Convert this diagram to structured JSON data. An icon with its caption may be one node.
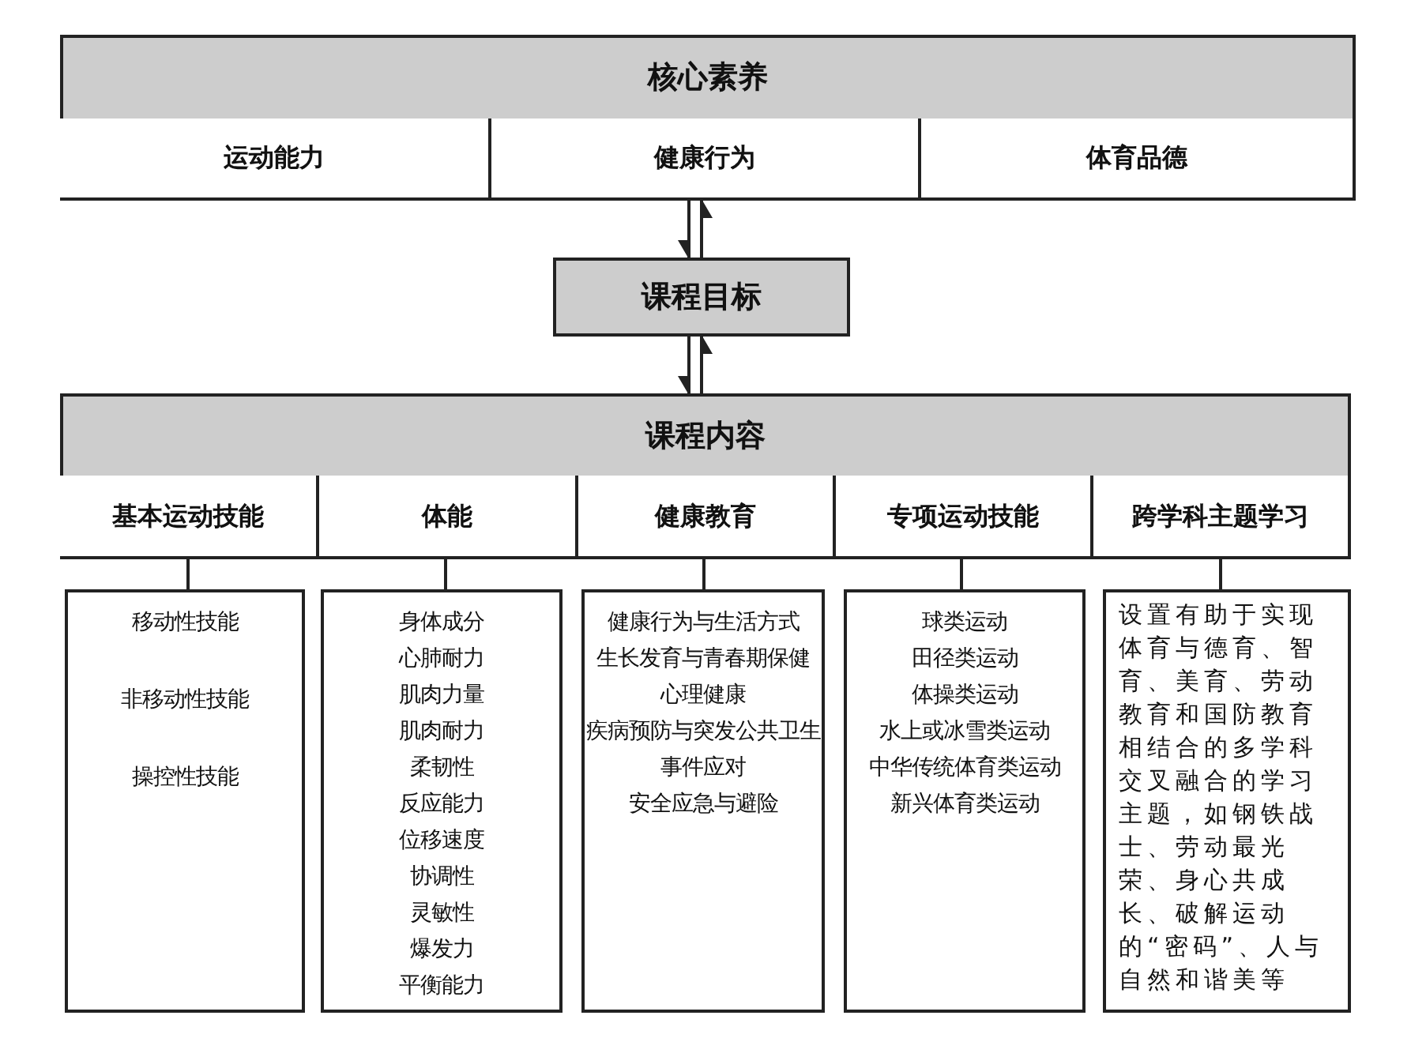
{
  "diagram": {
    "nodes": [
      {
        "text": [
          "核心素养"
        ]
      },
      {
        "text": [
          "运动能力"
        ],
        "in": 0
      },
      {
        "text": [
          "健康行为"
        ],
        "in": 0
      },
      {
        "text": [
          "体育品德"
        ],
        "in": 0
      },
      {
        "text": [
          "课程目标"
        ]
      },
      {
        "text": [
          "课程内容"
        ]
      },
      {
        "text": [
          "基本运动技能"
        ],
        "in": 5
      },
      {
        "text": [
          "体能"
        ],
        "in": 5
      },
      {
        "text": [
          "健康教育"
        ],
        "in": 5
      },
      {
        "text": [
          "专项运动技能"
        ],
        "in": 5
      },
      {
        "text": [
          "跨学科主题学习"
        ],
        "in": 5
      },
      {
        "text": [
          "移动性技能",
          "非移动性技能",
          "操控性技能"
        ]
      },
      {
        "text": [
          "身体成分",
          "心肺耐力",
          "肌肉力量",
          "肌肉耐力",
          "柔韧性",
          "反应能力",
          "位移速度",
          "协调性",
          "灵敏性",
          "爆发力",
          "平衡能力"
        ]
      },
      {
        "text": [
          "健康行为与生活方式",
          "生长发育与青春期保健",
          "心理健康",
          "疾病预防与突发公共卫生事件应对",
          "安全应急与避险"
        ]
      },
      {
        "text": [
          "球类运动",
          "田径类运动",
          "体操类运动",
          "水上或冰雪类运动",
          "中华传统体育类运动",
          "新兴体育类运动"
        ]
      },
      {
        "text": [
          "设置有助于实现体育与德育、智育、美育、劳动教育和国防教育相结合的多学科交叉融合的学习主题，如钢铁战士、劳动最光荣、身心共成长、破解运动的“密码”、人与自然和谐美等"
        ]
      }
    ],
    "edges": [
      {
        "from": 0,
        "to": 4,
        "arrow": "to"
      },
      {
        "from": 4,
        "to": 0,
        "arrow": "to"
      },
      {
        "from": 4,
        "to": 5,
        "arrow": "to"
      },
      {
        "from": 5,
        "to": 4,
        "arrow": "to"
      },
      {
        "from": 6,
        "to": 11,
        "arrow": "none"
      },
      {
        "from": 7,
        "to": 12,
        "arrow": "none"
      },
      {
        "from": 8,
        "to": 13,
        "arrow": "none"
      },
      {
        "from": 9,
        "to": 14,
        "arrow": "none"
      },
      {
        "from": 10,
        "to": 15,
        "arrow": "none"
      }
    ]
  }
}
